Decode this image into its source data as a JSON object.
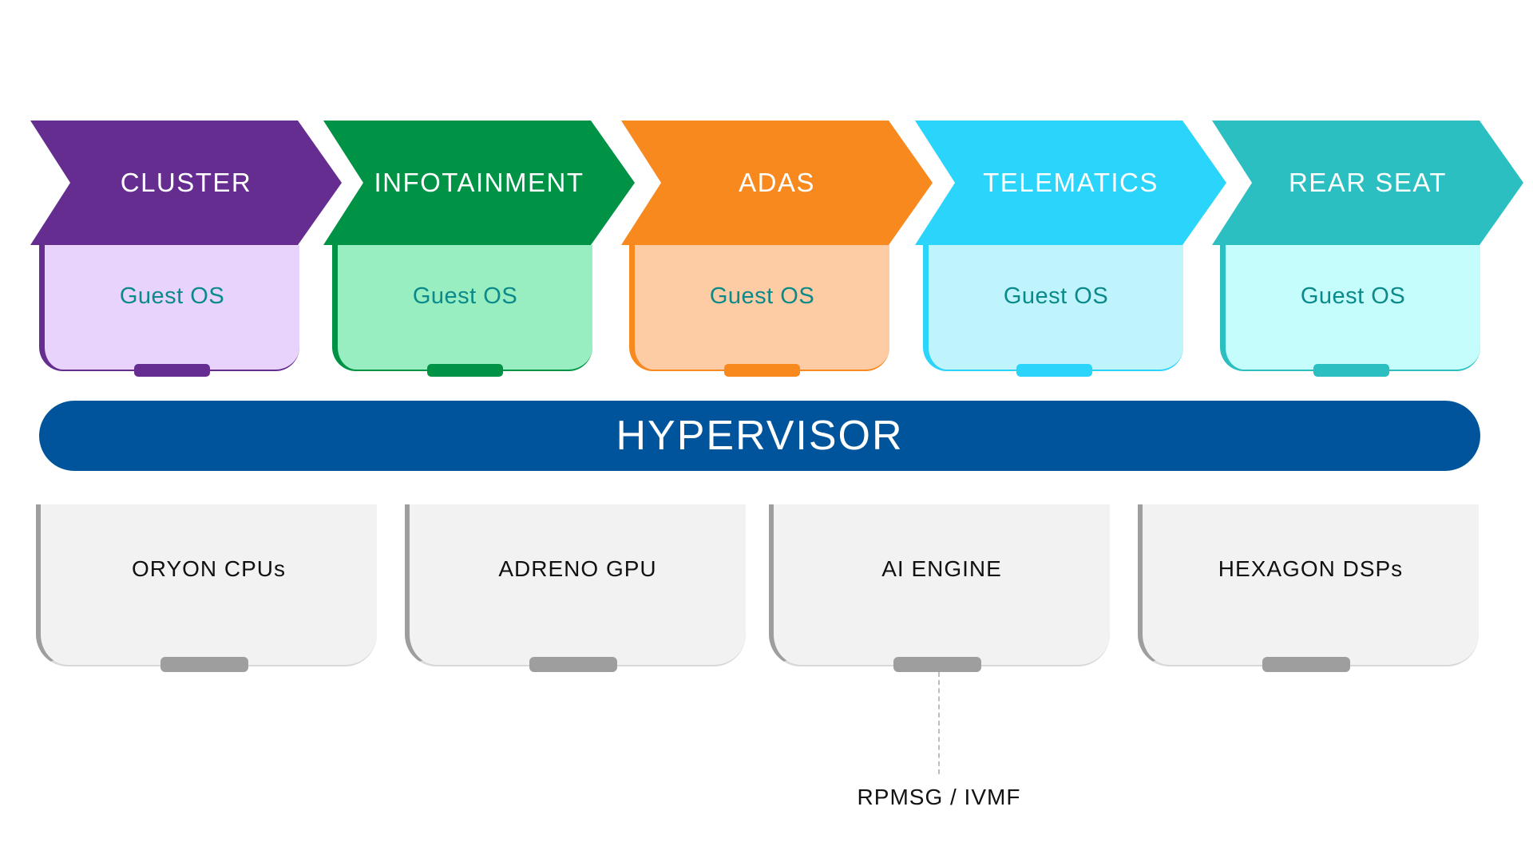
{
  "domains": [
    {
      "label": "CLUSTER",
      "os_label": "Guest OS",
      "color": "#662d91",
      "light": "#e8d3fc"
    },
    {
      "label": "INFOTAINMENT",
      "os_label": "Guest OS",
      "color": "#009245",
      "light": "#98eec0"
    },
    {
      "label": "ADAS",
      "os_label": "Guest OS",
      "color": "#f7891f",
      "light": "#fdcba4"
    },
    {
      "label": "TELEMATICS",
      "os_label": "Guest OS",
      "color": "#2ad4fb",
      "light": "#bff4fd"
    },
    {
      "label": "REAR SEAT",
      "os_label": "Guest OS",
      "color": "#2bbfc1",
      "light": "#c5fcfc"
    }
  ],
  "hypervisor": {
    "label": "HYPERVISOR",
    "color": "#00549b"
  },
  "hardware": [
    {
      "label": "ORYON CPUs"
    },
    {
      "label": "ADRENO GPU"
    },
    {
      "label": "AI ENGINE"
    },
    {
      "label": "HEXAGON DSPs"
    }
  ],
  "connector": {
    "label": "RPMSG / IVMF"
  }
}
